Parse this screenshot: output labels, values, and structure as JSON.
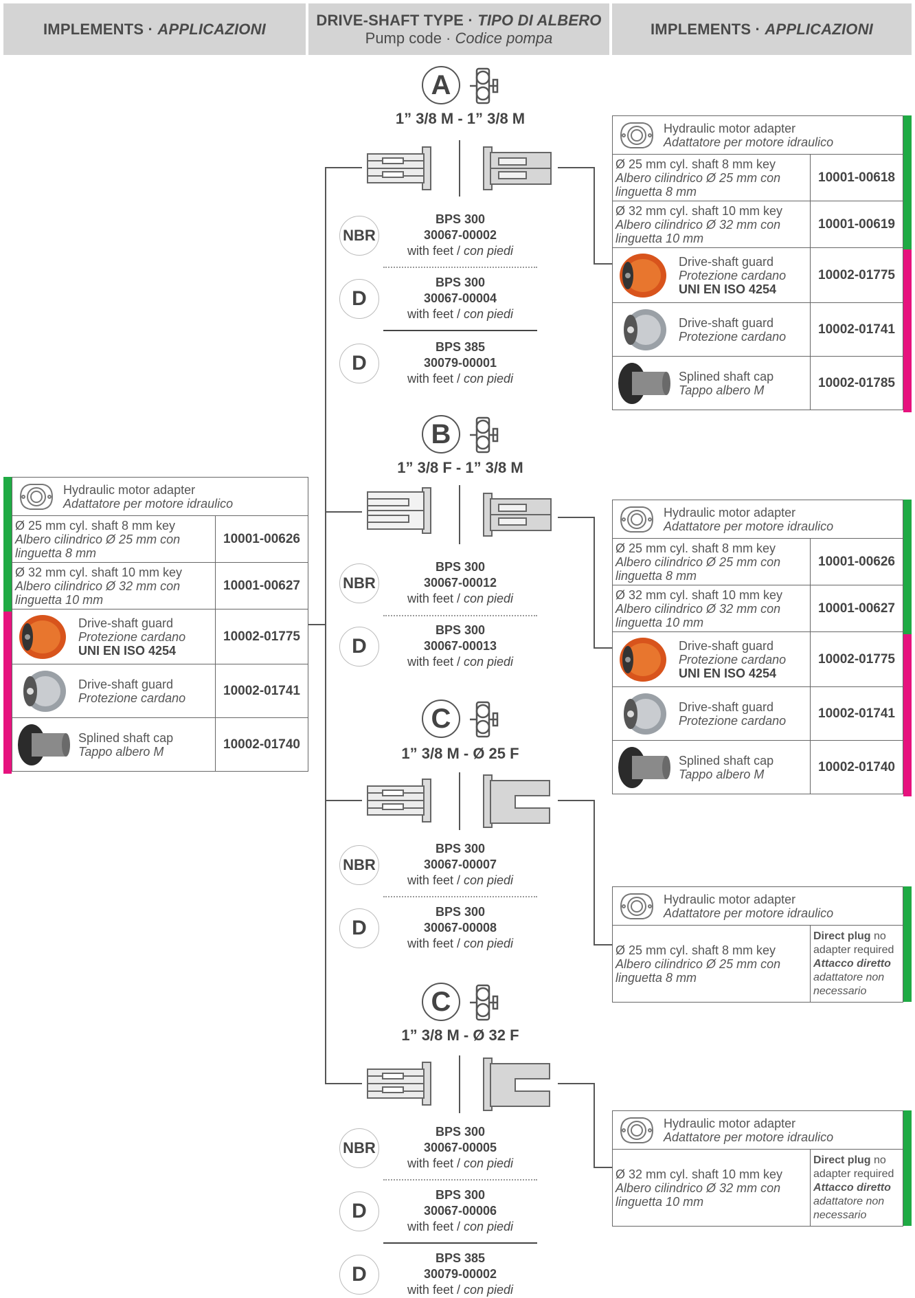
{
  "header": {
    "left": {
      "main": "IMPLEMENTS · ",
      "it": "APPLICAZIONI"
    },
    "center": {
      "main": "DRIVE-SHAFT TYPE · ",
      "it": "TIPO DI ALBERO",
      "sub": "Pump code · ",
      "sub_it": "Codice pompa"
    },
    "right": {
      "main": "IMPLEMENTS · ",
      "it": "APPLICAZIONI"
    }
  },
  "sections": [
    {
      "letter": "A",
      "code": "1” 3/8 M - 1” 3/8 M"
    },
    {
      "letter": "B",
      "code": "1” 3/8 F - 1” 3/8 M"
    },
    {
      "letter": "C",
      "code": "1” 3/8 M - Ø 25 F"
    },
    {
      "letter": "C",
      "code": "1” 3/8 M - Ø 32 F"
    }
  ],
  "pumps": [
    {
      "badge": "NBR",
      "model": "BPS 300",
      "code": "30067-00002",
      "feet": "with feet / ",
      "feet_it": "con piedi"
    },
    {
      "badge": "D",
      "model": "BPS 300",
      "code": "30067-00004",
      "feet": "with feet / ",
      "feet_it": "con piedi"
    },
    {
      "badge": "D",
      "model": "BPS 385",
      "code": "30079-00001",
      "feet": "with feet / ",
      "feet_it": "con piedi"
    },
    {
      "badge": "NBR",
      "model": "BPS 300",
      "code": "30067-00012",
      "feet": "with feet / ",
      "feet_it": "con piedi"
    },
    {
      "badge": "D",
      "model": "BPS 300",
      "code": "30067-00013",
      "feet": "with feet / ",
      "feet_it": "con piedi"
    },
    {
      "badge": "NBR",
      "model": "BPS 300",
      "code": "30067-00007",
      "feet": "with feet / ",
      "feet_it": "con piedi"
    },
    {
      "badge": "D",
      "model": "BPS 300",
      "code": "30067-00008",
      "feet": "with feet / ",
      "feet_it": "con piedi"
    },
    {
      "badge": "NBR",
      "model": "BPS 300",
      "code": "30067-00005",
      "feet": "with feet / ",
      "feet_it": "con piedi"
    },
    {
      "badge": "D",
      "model": "BPS 300",
      "code": "30067-00006",
      "feet": "with feet / ",
      "feet_it": "con piedi"
    },
    {
      "badge": "D",
      "model": "BPS 385",
      "code": "30079-00002",
      "feet": "with feet / ",
      "feet_it": "con piedi"
    }
  ],
  "text": {
    "adapter_en": "Hydraulic motor adapter",
    "adapter_it": "Adattatore per motore idraulico",
    "shaft25_en": "Ø 25 mm cyl. shaft 8 mm key",
    "shaft25_it": "Albero cilindrico Ø 25 mm con linguetta 8 mm",
    "shaft32_en": "Ø 32 mm cyl. shaft 10 mm key",
    "shaft32_it": "Albero cilindrico Ø 32 mm con linguetta 10 mm",
    "guard_en": "Drive-shaft guard",
    "guard_it": "Protezione cardano",
    "guard_std": "UNI EN ISO 4254",
    "cap_en": "Splined shaft cap",
    "cap_it": "Tappo albero M",
    "dp_b1": "Direct plug",
    "dp_t1": " no adapter required",
    "dp_b2": "Attacco diretto",
    "dp_t2": " adattatore non necessario"
  },
  "tables": {
    "rightA": [
      "10001-00618",
      "10001-00619",
      "10002-01775",
      "10002-01741",
      "10002-01785"
    ],
    "left": [
      "10001-00626",
      "10001-00627",
      "10002-01775",
      "10002-01741",
      "10002-01740"
    ],
    "rightB": [
      "10001-00626",
      "10001-00627",
      "10002-01775",
      "10002-01741",
      "10002-01740"
    ]
  },
  "colors": {
    "green": "#1faa44",
    "pink": "#e6127e",
    "header": "#d4d4d4"
  }
}
